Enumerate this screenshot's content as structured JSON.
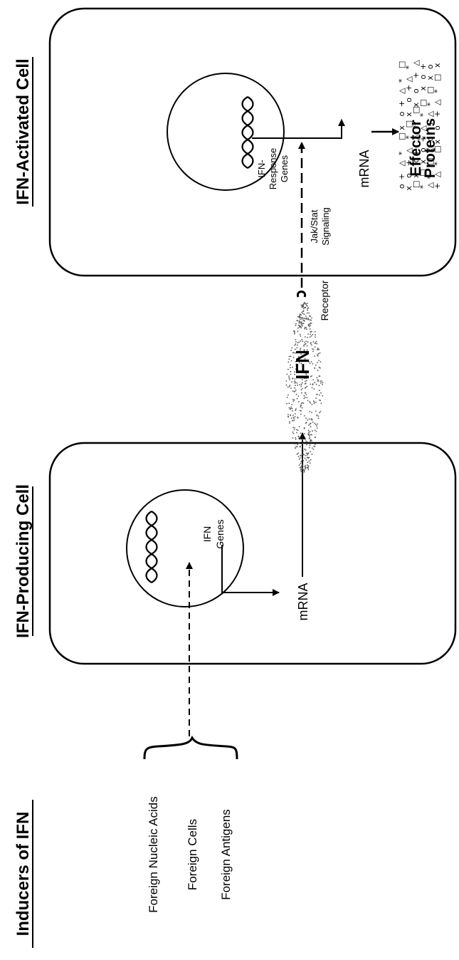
{
  "headings": {
    "inducers": "Inducers of IFN",
    "producing_cell": "IFN-Producing Cell",
    "activated_cell": "IFN-Activated Cell"
  },
  "inducers": {
    "items": [
      "Foreign Nucleic Acids",
      "Foreign Cells",
      "Foreign Antigens"
    ]
  },
  "producing_cell": {
    "genes_label_line1": "IFN",
    "genes_label_line2": "Genes",
    "mrna_label": "mRNA"
  },
  "ifn_label": "IFN",
  "receptor_label": "Receptor",
  "signaling": {
    "line1": "Jak/Stat",
    "line2": "Signaling"
  },
  "activated_cell": {
    "genes_label_line1": "IFN-",
    "genes_label_line2": "Response",
    "genes_label_line3": "Genes",
    "mrna_label": "mRNA",
    "effector_line1": "Effector",
    "effector_line2": "Proteins"
  },
  "colors": {
    "stroke": "#000000",
    "background": "#ffffff",
    "stipple": "#555555"
  }
}
